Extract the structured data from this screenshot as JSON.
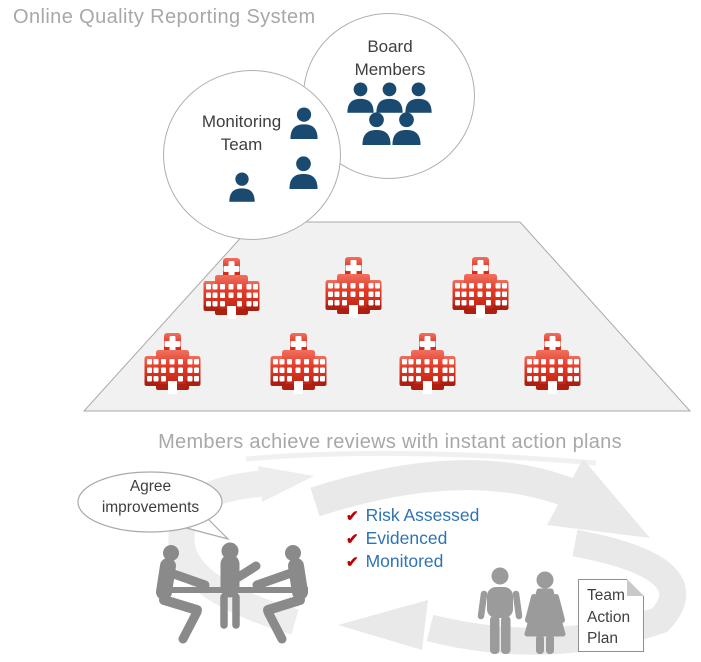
{
  "title": "Online Quality Reporting System",
  "diagram": {
    "groups": [
      {
        "id": "board",
        "label": "Board Members",
        "member_icon": "person-icon",
        "member_count": 5
      },
      {
        "id": "monitoring",
        "label": "Monitoring Team",
        "member_icon": "person-icon",
        "member_count": 3
      }
    ],
    "network": {
      "icon": "hospital-icon",
      "hospital_count": 7
    },
    "caption": "Members achieve reviews with instant action plans",
    "cycle": {
      "speech_bubble_label": "Agree improvements",
      "check_glyph": "✔",
      "checklist": [
        "Risk Assessed",
        "Evidenced",
        "Monitored"
      ],
      "note_label": "Team Action Plan"
    }
  },
  "colors": {
    "title_gray": "#a8a8a8",
    "person_navy": "#1b4a70",
    "hospital_red": "#d5301d",
    "floor_gray": "#f1f1f1",
    "arrow_gray": "#e9e9e9",
    "silhouette_gray": "#8a8a8a",
    "figure_gray": "#9b9b9b",
    "check_red": "#c00000",
    "checklist_blue": "#2e74b5"
  }
}
